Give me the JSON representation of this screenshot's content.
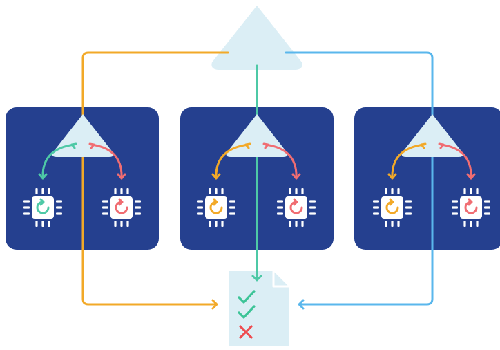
{
  "colors": {
    "background": "#ffffff",
    "panel": "#25408f",
    "light_shape": "#dbeef5",
    "chip": "#ffffff",
    "orange": "#f2a928",
    "teal": "#4ec9a6",
    "blue": "#5ab7ec",
    "pink": "#f06d72",
    "check": "#3cc497",
    "cross": "#ee4b4f"
  },
  "diagram": {
    "top_node": {
      "shape": "triangle",
      "icon": "triangle-node"
    },
    "clusters": [
      {
        "id": "left",
        "route_color": "orange",
        "left_chip_loop": "teal",
        "right_chip_loop": "pink"
      },
      {
        "id": "middle",
        "route_color": "teal",
        "left_chip_loop": "orange",
        "right_chip_loop": "pink"
      },
      {
        "id": "right",
        "route_color": "blue",
        "left_chip_loop": "orange",
        "right_chip_loop": "pink"
      }
    ],
    "result_document": {
      "icon": "document-icon",
      "marks": [
        "check",
        "check",
        "cross"
      ]
    }
  }
}
